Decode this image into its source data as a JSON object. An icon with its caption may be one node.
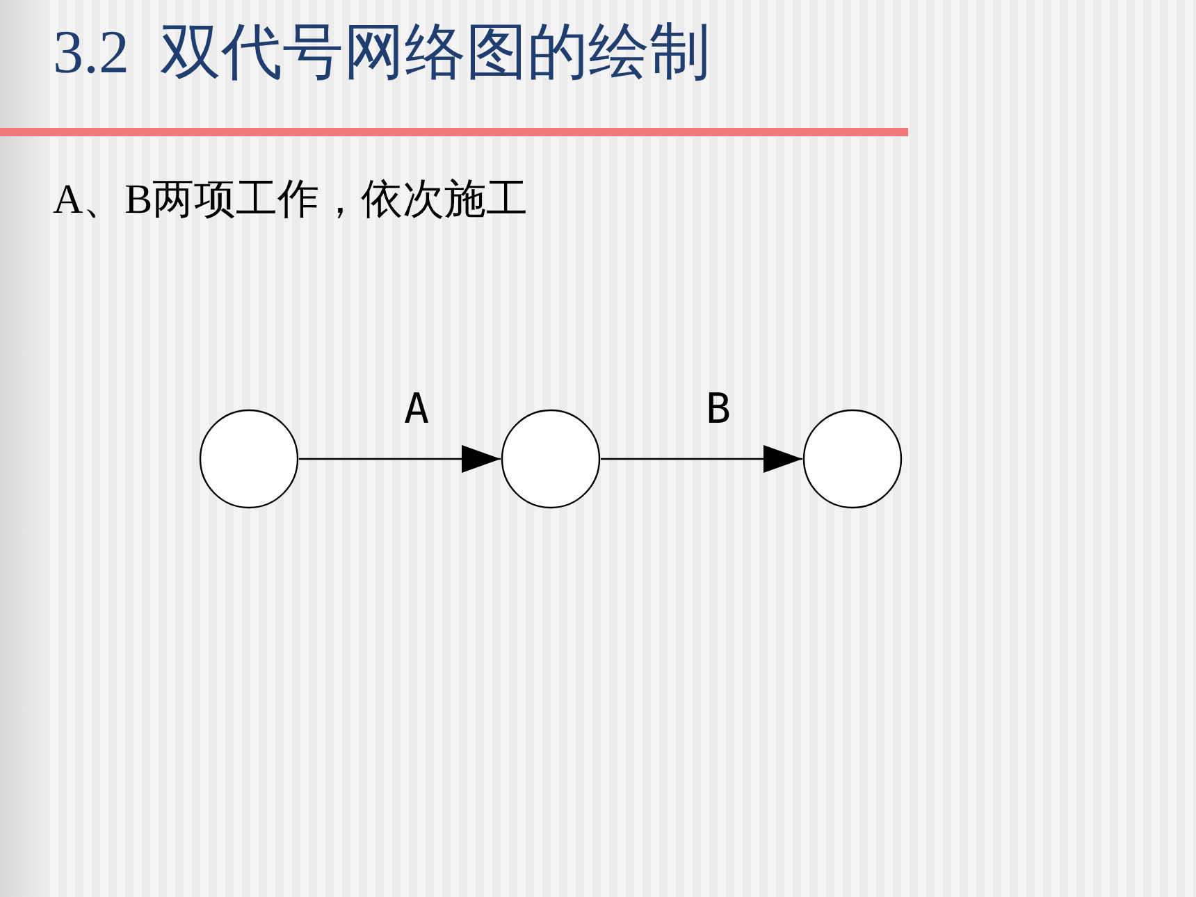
{
  "diagram": {
    "title": "3.2  双代号网络图的绘制",
    "nodes": [
      {
        "text": [],
        "shape": "circle"
      },
      {
        "text": [],
        "shape": "circle"
      },
      {
        "text": [],
        "shape": "circle"
      }
    ],
    "edges": [
      {
        "from": 0,
        "to": 1,
        "arrow": "to",
        "label": "A"
      },
      {
        "from": 1,
        "to": 2,
        "arrow": "to",
        "label": "B"
      }
    ],
    "labels": [
      "A、B两项工作，依次施工"
    ]
  }
}
